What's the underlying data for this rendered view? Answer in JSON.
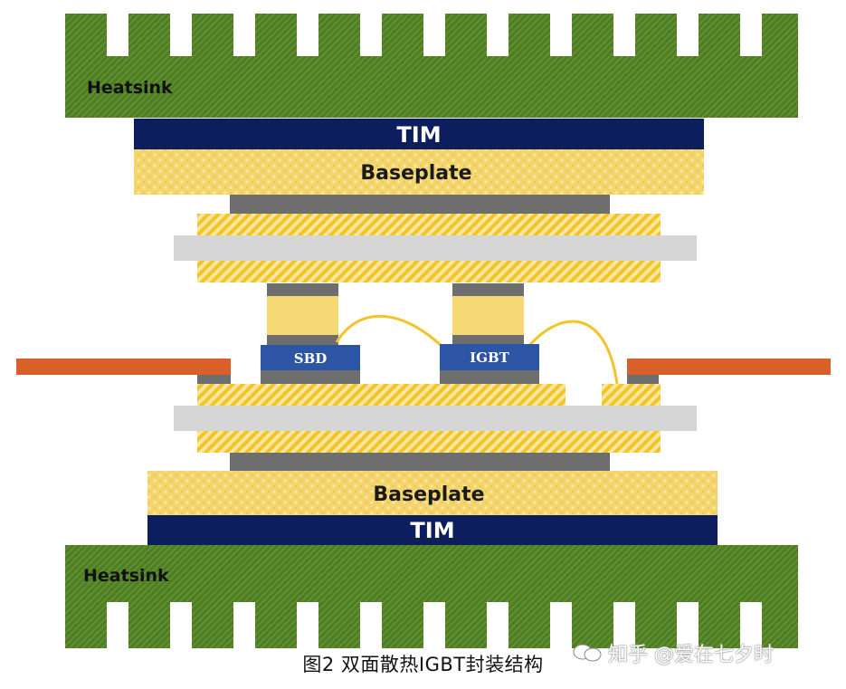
{
  "diagram": {
    "labels": {
      "heatsink_top": "Heatsink",
      "tim_top": "TIM",
      "baseplate_top": "Baseplate",
      "sbd": "SBD",
      "igbt": "IGBT",
      "baseplate_bottom": "Baseplate",
      "tim_bottom": "TIM",
      "heatsink_bottom": "Heatsink"
    },
    "caption": "图2 双面散热IGBT封装结构",
    "colors": {
      "heatsink": "#4f7f22",
      "tim": "#0d1e5e",
      "baseplate": "#f4d56c",
      "solder_gray": "#6e6e6e",
      "copper_hatch": "#f2c427",
      "ceramic": "#d6d6d6",
      "die": "#2c55a6",
      "spacer": "#f6d875",
      "wire": "#f2c427",
      "terminal": "#d95f2b"
    }
  },
  "watermark": {
    "text": "知乎 @爱在七夕时"
  }
}
